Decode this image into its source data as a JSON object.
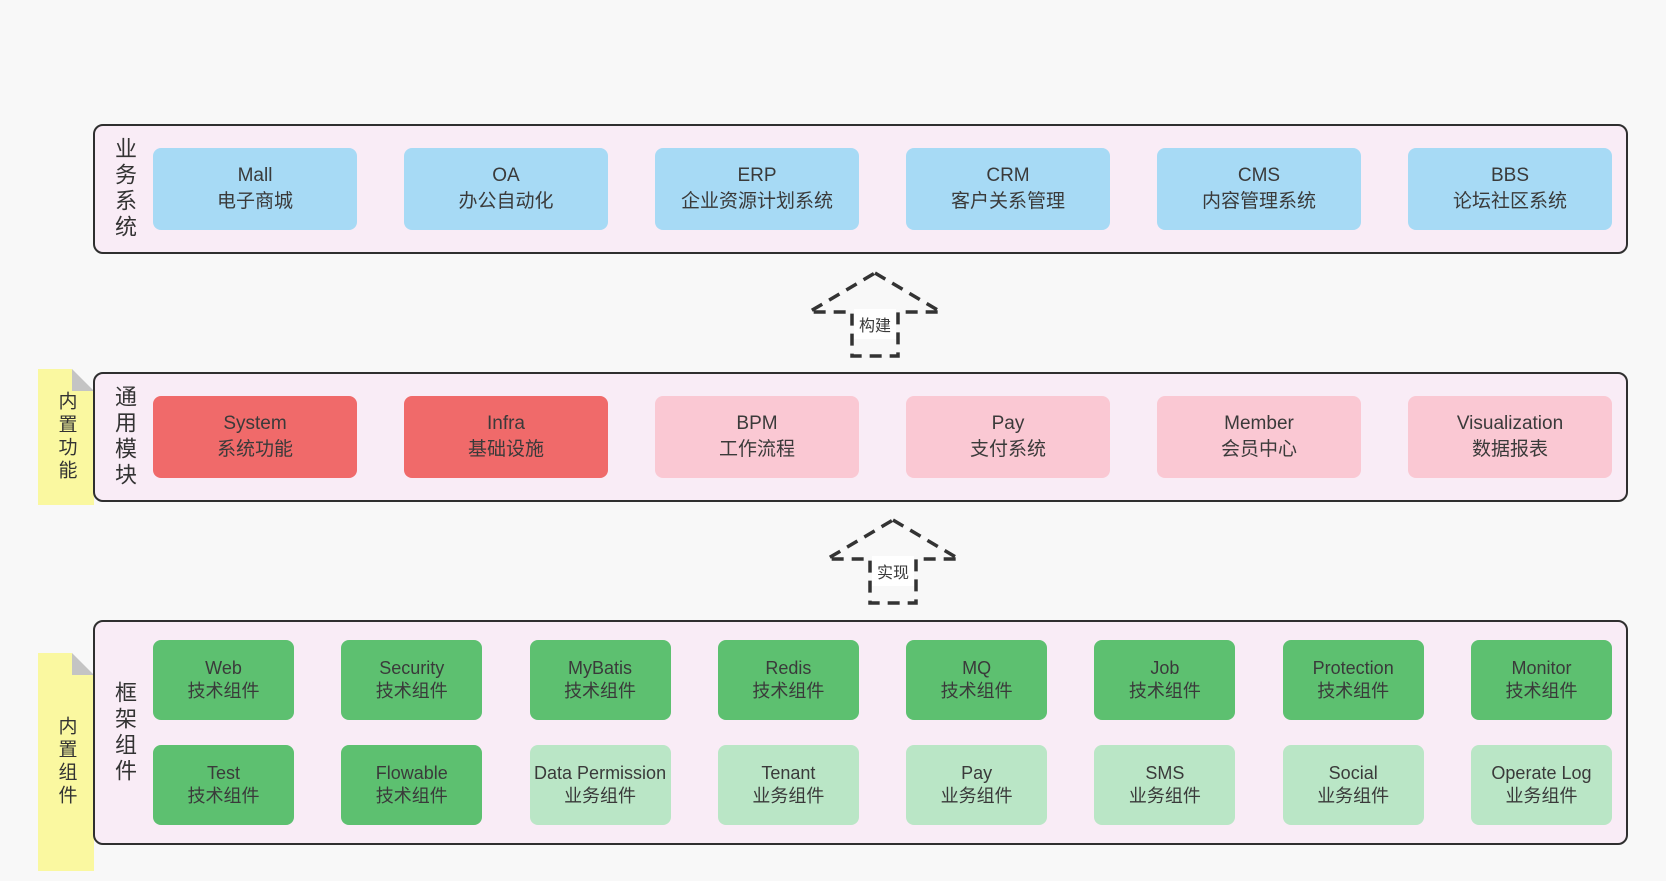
{
  "colors": {
    "page-bg": "#f8f8f8",
    "panel-bg": "#f9ecf6",
    "panel-border": "#2f2f2f",
    "blue": "#a7daf5",
    "red": "#f06a6a",
    "pink": "#fac8d3",
    "green": "#5dc070",
    "lightgreen": "#bae6c6",
    "note-yellow": "#faf8a0",
    "note-fold": "#c4c4c4",
    "text": "#3a3a3a"
  },
  "arrows": [
    {
      "label": "构建"
    },
    {
      "label": "实现"
    }
  ],
  "notes": [
    {
      "label": "内置功能"
    },
    {
      "label": "内置组件"
    }
  ],
  "layers": [
    {
      "label": "业务系统",
      "boxes": [
        {
          "name": "Mall",
          "desc": "电子商城",
          "type": "blue"
        },
        {
          "name": "OA",
          "desc": "办公自动化",
          "type": "blue"
        },
        {
          "name": "ERP",
          "desc": "企业资源计划系统",
          "type": "blue"
        },
        {
          "name": "CRM",
          "desc": "客户关系管理",
          "type": "blue"
        },
        {
          "name": "CMS",
          "desc": "内容管理系统",
          "type": "blue"
        },
        {
          "name": "BBS",
          "desc": "论坛社区系统",
          "type": "blue"
        }
      ]
    },
    {
      "label": "通用模块",
      "boxes": [
        {
          "name": "System",
          "desc": "系统功能",
          "type": "red"
        },
        {
          "name": "Infra",
          "desc": "基础设施",
          "type": "red"
        },
        {
          "name": "BPM",
          "desc": "工作流程",
          "type": "pink"
        },
        {
          "name": "Pay",
          "desc": "支付系统",
          "type": "pink"
        },
        {
          "name": "Member",
          "desc": "会员中心",
          "type": "pink"
        },
        {
          "name": "Visualization",
          "desc": "数据报表",
          "type": "pink"
        }
      ]
    },
    {
      "label": "框架组件",
      "rows": [
        [
          {
            "name": "Web",
            "desc": "技术组件",
            "type": "green"
          },
          {
            "name": "Security",
            "desc": "技术组件",
            "type": "green"
          },
          {
            "name": "MyBatis",
            "desc": "技术组件",
            "type": "green"
          },
          {
            "name": "Redis",
            "desc": "技术组件",
            "type": "green"
          },
          {
            "name": "MQ",
            "desc": "技术组件",
            "type": "green"
          },
          {
            "name": "Job",
            "desc": "技术组件",
            "type": "green"
          },
          {
            "name": "Protection",
            "desc": "技术组件",
            "type": "green"
          },
          {
            "name": "Monitor",
            "desc": "技术组件",
            "type": "green"
          }
        ],
        [
          {
            "name": "Test",
            "desc": "技术组件",
            "type": "green"
          },
          {
            "name": "Flowable",
            "desc": "技术组件",
            "type": "green"
          },
          {
            "name": "Data Permission",
            "desc": "业务组件",
            "type": "lightgreen"
          },
          {
            "name": "Tenant",
            "desc": "业务组件",
            "type": "lightgreen"
          },
          {
            "name": "Pay",
            "desc": "业务组件",
            "type": "lightgreen"
          },
          {
            "name": "SMS",
            "desc": "业务组件",
            "type": "lightgreen"
          },
          {
            "name": "Social",
            "desc": "业务组件",
            "type": "lightgreen"
          },
          {
            "name": "Operate Log",
            "desc": "业务组件",
            "type": "lightgreen"
          }
        ]
      ]
    }
  ]
}
